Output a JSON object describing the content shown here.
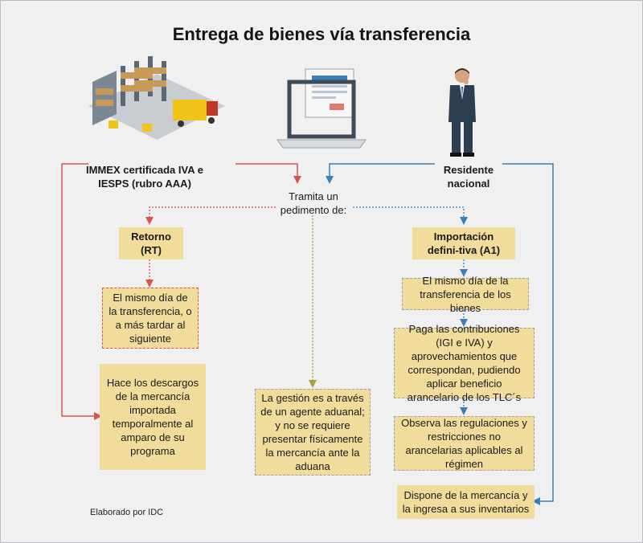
{
  "title": "Entrega de bienes vía transferencia",
  "nodes": {
    "immex": "IMMEX certificada IVA e IESPS (rubro AAA)",
    "residente": "Residente nacional",
    "tramita": "Tramita un pedimento de:",
    "retorno": "Retorno (RT)",
    "importacion": "Importación defini-tiva (A1)",
    "mismo_dia_rt": "El mismo día de la transferencia, o a más tardar al siguiente",
    "hace_descargos": "Hace los descargos de la mercancía importada temporalmente al amparo de su programa",
    "gestion": "La gestión es a través de un agente aduanal; y no se requiere presentar físicamente la mercancía ante la aduana",
    "mismo_dia_a1": "El mismo día de la transferencia de los bienes",
    "paga": "Paga las contribuciones (IGI e IVA) y aprovechamientos que correspondan, pudiendo aplicar beneficio arancelario de los TLC´s",
    "observa": "Observa las regulaciones y restricciones no arancelarias aplicables al régimen",
    "dispone": "Dispone de la mercancía y la ingresa a sus inventarios"
  },
  "footer": "Elaborado por IDC",
  "colors": {
    "red": "#d9534f",
    "blue": "#3b7fb6",
    "olive": "#a8a23a",
    "box": "#f2dc9c"
  }
}
